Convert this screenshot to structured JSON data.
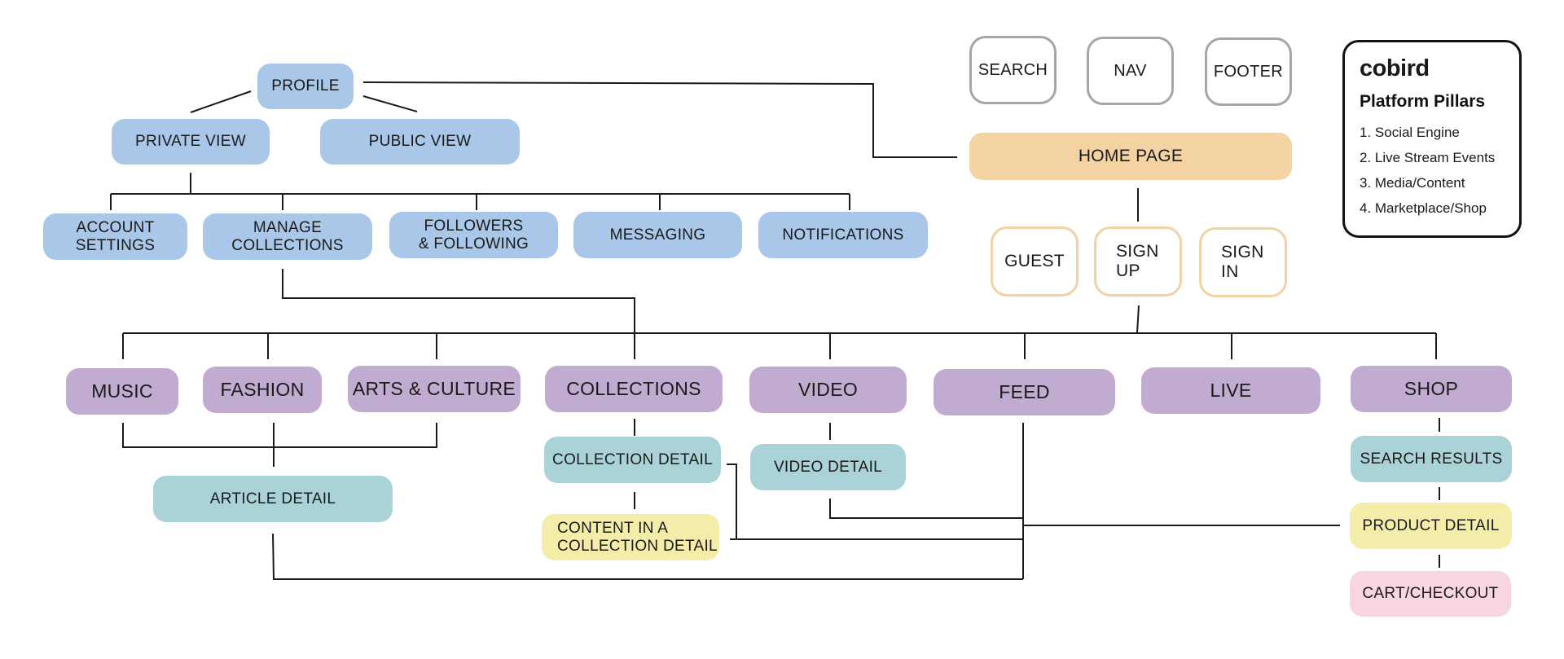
{
  "nodes": {
    "profile": "PROFILE",
    "private_view": "PRIVATE VIEW",
    "public_view": "PUBLIC VIEW",
    "account_settings": "ACCOUNT\nSETTINGS",
    "manage_collections": "MANAGE\nCOLLECTIONS",
    "followers_following": "FOLLOWERS\n& FOLLOWING",
    "messaging": "MESSAGING",
    "notifications": "NOTIFICATIONS",
    "search": "SEARCH",
    "nav": "NAV",
    "footer": "FOOTER",
    "home_page": "HOME PAGE",
    "guest": "GUEST",
    "sign_up": "SIGN\nUP",
    "sign_in": "SIGN\nIN",
    "music": "MUSIC",
    "fashion": "FASHION",
    "arts_culture": "ARTS & CULTURE",
    "collections": "COLLECTIONS",
    "video": "VIDEO",
    "feed": "FEED",
    "live": "LIVE",
    "shop": "SHOP",
    "article_detail": "ARTICLE DETAIL",
    "collection_detail": "COLLECTION DETAIL",
    "content_collection_detail": "CONTENT IN A\nCOLLECTION DETAIL",
    "video_detail": "VIDEO DETAIL",
    "search_results": "SEARCH RESULTS",
    "product_detail": "PRODUCT DETAIL",
    "cart_checkout": "CART/CHECKOUT"
  },
  "legend": {
    "logo": "cobird",
    "title": "Platform Pillars",
    "items": [
      "1. Social Engine",
      "2. Live Stream Events",
      "3. Media/Content",
      "4. Marketplace/Shop"
    ]
  },
  "colors": {
    "profile_group": "#a9c7e8",
    "pillars": "#c2abd0",
    "detail_pages": "#a9d3d6",
    "content_detail": "#f3eda9",
    "checkout": "#f7d5e3",
    "home": "#f4d3a2",
    "global_components": "#a6a6a6",
    "auth": "#f1d2a5"
  }
}
